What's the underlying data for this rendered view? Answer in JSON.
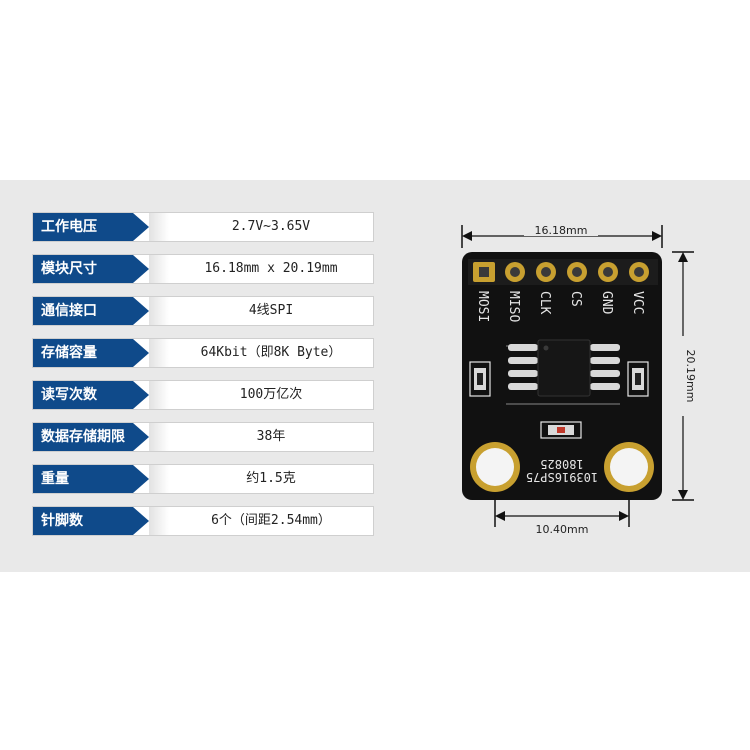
{
  "colors": {
    "label_bg": "#0f4a8a",
    "band_bg": "#e9e9e9",
    "pcb": "#111111",
    "gold": "#c8a030",
    "silk": "#e6e6e6"
  },
  "specs": [
    {
      "label": "工作电压",
      "value": "2.7V~3.65V"
    },
    {
      "label": "模块尺寸",
      "value": "16.18mm x 20.19mm"
    },
    {
      "label": "通信接口",
      "value": "4线SPI"
    },
    {
      "label": "存储容量",
      "value": "64Kbit（即8K Byte）"
    },
    {
      "label": "读写次数",
      "value": "100万亿次"
    },
    {
      "label": "数据存储期限",
      "value": "38年"
    },
    {
      "label": "重量",
      "value": "约1.5克"
    },
    {
      "label": "针脚数",
      "value": "6个（间距2.54mm）"
    }
  ],
  "board": {
    "pins": [
      "MOSI",
      "MISO",
      "CLK",
      "CS",
      "GND",
      "VCC"
    ],
    "dim_width": "16.18mm",
    "dim_height": "20.19mm",
    "dim_holes": "10.40mm",
    "code_line1": "180825",
    "code_line2": "103916SP75"
  }
}
